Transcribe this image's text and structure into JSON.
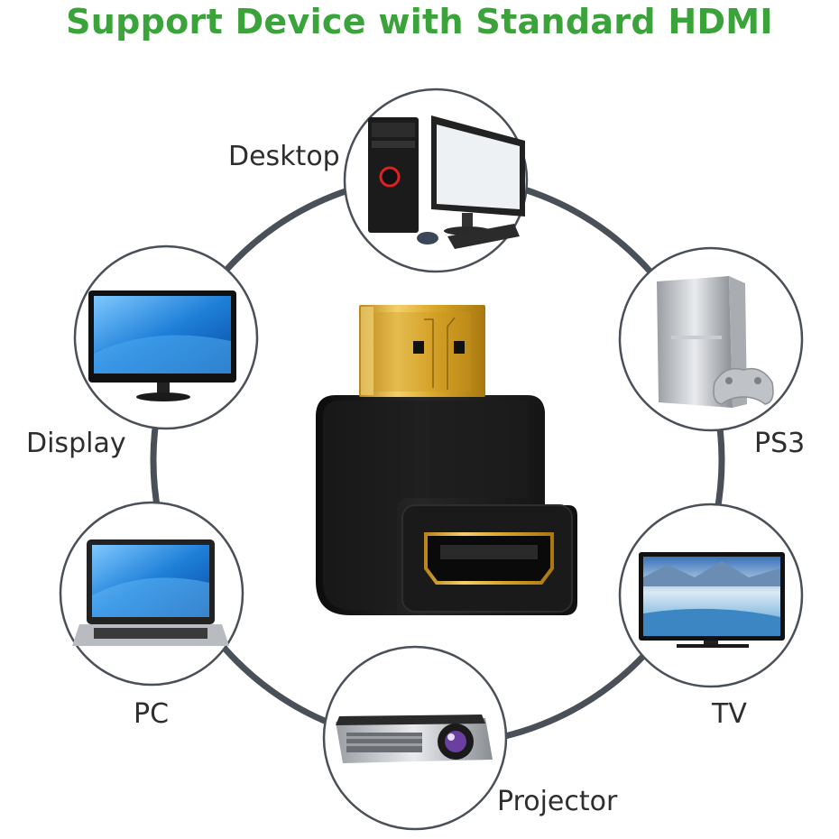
{
  "header": {
    "title": "Support Device with Standard HDMI"
  },
  "devices": [
    {
      "label": "Desktop",
      "icon": "desktop-computer-icon"
    },
    {
      "label": "Display",
      "icon": "monitor-icon"
    },
    {
      "label": "PS3",
      "icon": "game-console-icon"
    },
    {
      "label": "PC",
      "icon": "laptop-icon"
    },
    {
      "label": "TV",
      "icon": "television-icon"
    },
    {
      "label": "Projector",
      "icon": "projector-icon"
    }
  ],
  "product": {
    "icon": "hdmi-right-angle-adapter-icon"
  },
  "colors": {
    "title": "#3aa339",
    "ring": "#4a5057",
    "gold": "#d9a62a",
    "adapter": "#141414"
  }
}
